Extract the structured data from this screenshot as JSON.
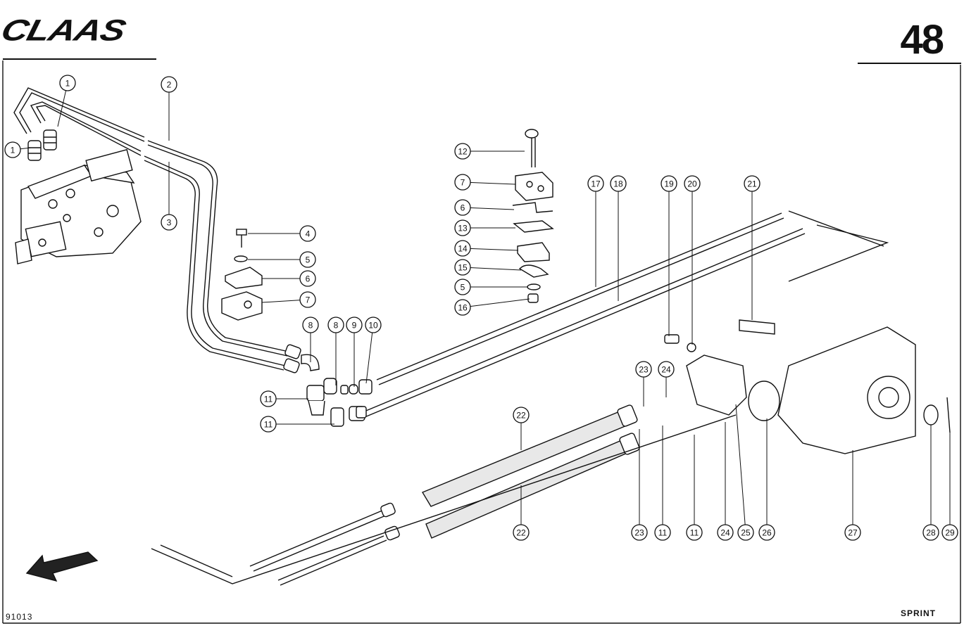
{
  "header": {
    "brand": "CLAAS",
    "page_number": "48"
  },
  "footer": {
    "document_number": "91013",
    "model": "SPRINT"
  },
  "callouts": [
    {
      "id": "c1a",
      "label": "1"
    },
    {
      "id": "c1b",
      "label": "1"
    },
    {
      "id": "c2",
      "label": "2"
    },
    {
      "id": "c3",
      "label": "3"
    },
    {
      "id": "c4",
      "label": "4"
    },
    {
      "id": "c5a",
      "label": "5"
    },
    {
      "id": "c6a",
      "label": "6"
    },
    {
      "id": "c7a",
      "label": "7"
    },
    {
      "id": "c8a",
      "label": "8"
    },
    {
      "id": "c8b",
      "label": "8"
    },
    {
      "id": "c9",
      "label": "9"
    },
    {
      "id": "c10",
      "label": "10"
    },
    {
      "id": "c11a",
      "label": "11"
    },
    {
      "id": "c11b",
      "label": "11"
    },
    {
      "id": "c12",
      "label": "12"
    },
    {
      "id": "c7b",
      "label": "7"
    },
    {
      "id": "c6b",
      "label": "6"
    },
    {
      "id": "c13",
      "label": "13"
    },
    {
      "id": "c14",
      "label": "14"
    },
    {
      "id": "c15",
      "label": "15"
    },
    {
      "id": "c5b",
      "label": "5"
    },
    {
      "id": "c16",
      "label": "16"
    },
    {
      "id": "c17",
      "label": "17"
    },
    {
      "id": "c18",
      "label": "18"
    },
    {
      "id": "c19",
      "label": "19"
    },
    {
      "id": "c20",
      "label": "20"
    },
    {
      "id": "c21",
      "label": "21"
    },
    {
      "id": "c22a",
      "label": "22"
    },
    {
      "id": "c22b",
      "label": "22"
    },
    {
      "id": "c23a",
      "label": "23"
    },
    {
      "id": "c24a",
      "label": "24"
    },
    {
      "id": "c23b",
      "label": "23"
    },
    {
      "id": "c11c",
      "label": "11"
    },
    {
      "id": "c11d",
      "label": "11"
    },
    {
      "id": "c24b",
      "label": "24"
    },
    {
      "id": "c25",
      "label": "25"
    },
    {
      "id": "c26",
      "label": "26"
    },
    {
      "id": "c27",
      "label": "27"
    },
    {
      "id": "c28",
      "label": "28"
    },
    {
      "id": "c29",
      "label": "29"
    }
  ]
}
